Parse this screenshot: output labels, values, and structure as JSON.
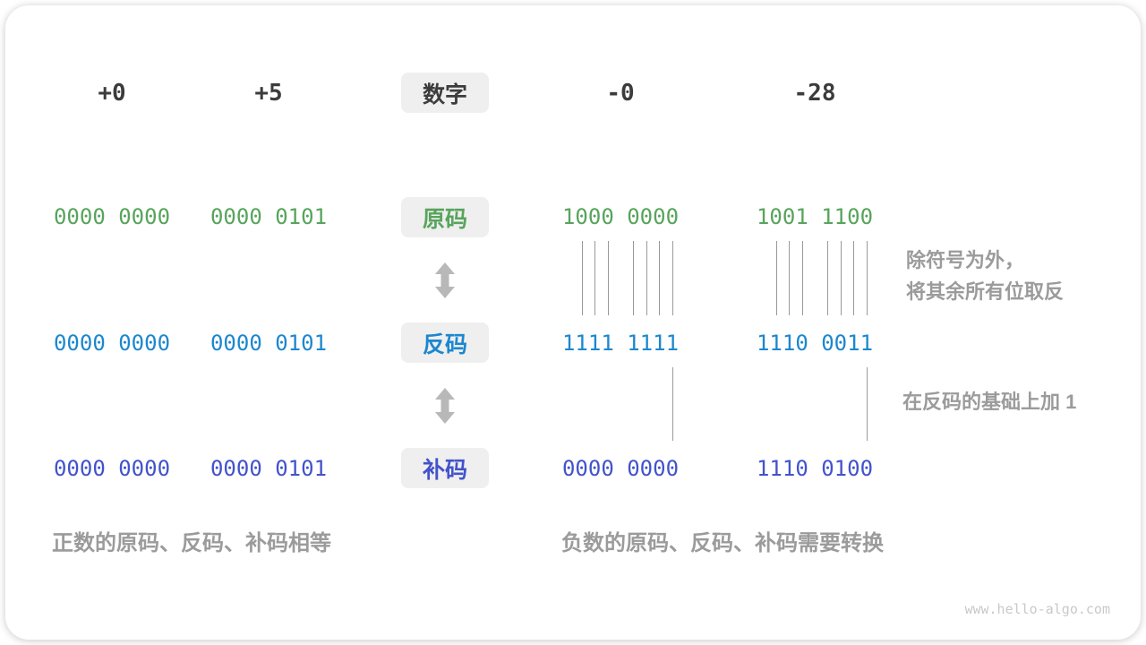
{
  "header": {
    "values": [
      "+0",
      "+5",
      "-0",
      "-28"
    ],
    "box_label": "数字"
  },
  "rows": [
    {
      "label": "原码",
      "color": "#58a45c",
      "values": [
        "0000 0000",
        "0000 0101",
        "1000 0000",
        "1001 1100"
      ]
    },
    {
      "label": "反码",
      "color": "#1c87ce",
      "values": [
        "0000 0000",
        "0000 0101",
        "1111 1111",
        "1110 0011"
      ]
    },
    {
      "label": "补码",
      "color": "#4253cb",
      "values": [
        "0000 0000",
        "0000 0101",
        "0000 0000",
        "1110 0100"
      ]
    }
  ],
  "annotations": {
    "invert_line1": "除符号为外，",
    "invert_line2": "将其余所有位取反",
    "add_one": "在反码的基础上加 1",
    "positive_note": "正数的原码、反码、补码相等",
    "negative_note": "负数的原码、反码、补码需要转换"
  },
  "footer": {
    "watermark": "www.hello-algo.com"
  },
  "colors": {
    "header_text": "#3c3c3c",
    "sign_magnitude_green": "#58a45c",
    "ones_complement_blue": "#1c87ce",
    "twos_complement_indigo": "#4253cb",
    "annotation_gray": "#9b9b9b",
    "box_background": "#efefef",
    "connector_line": "#999999",
    "arrow_gray": "#b8b8b8",
    "watermark_gray": "#c9c9c9"
  }
}
